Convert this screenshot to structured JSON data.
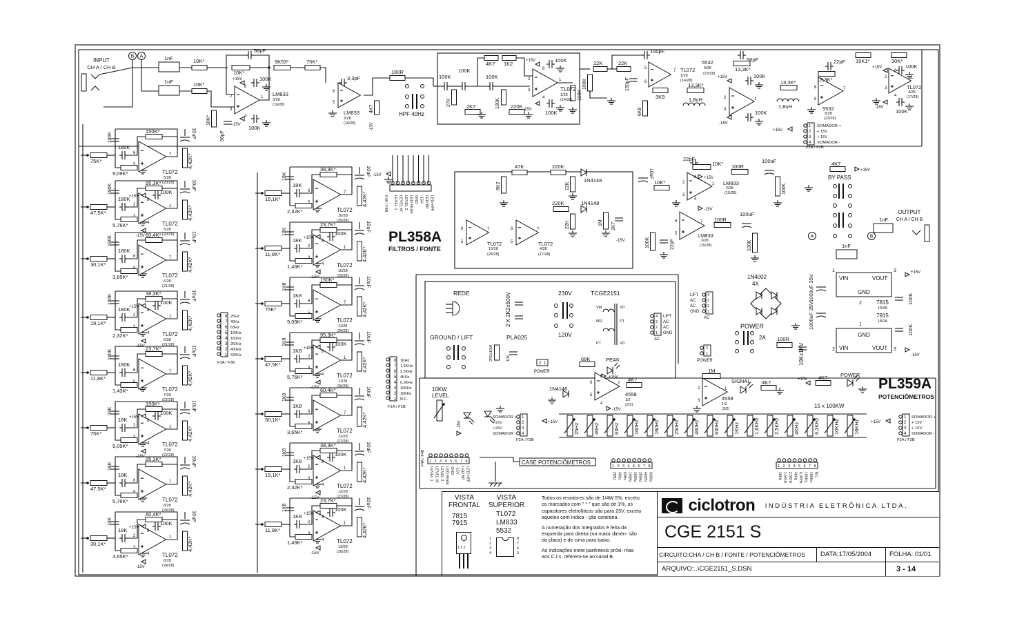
{
  "title_block": {
    "company_logo": "ciclotron",
    "company_name": "INDÚSTRIA ELETRÔNICA LTDA.",
    "model": "CGE 2151 S",
    "circuit": "CIRCUITO:CHA / CH B / FONTE / POTENCIÔMETROS",
    "date": "DATA:17/05/2004",
    "sheet": "FOLHA: 01/01",
    "file": "ARQUIVO:..\\CGE2151_S.DSN",
    "page": "3 - 14"
  },
  "legend": {
    "front_view_title": "VISTA FRONTAL",
    "front_view_parts": [
      "7815",
      "7915"
    ],
    "front_view_pins": "1 2 3",
    "top_view_title": "VISTA SUPERIOR",
    "top_view_parts": [
      "TL072",
      "LM833",
      "5532"
    ],
    "top_view_pins_left": [
      "1",
      "2",
      "3",
      "4"
    ],
    "top_view_pins_right": [
      "8",
      "7",
      "6",
      "5"
    ],
    "notes": [
      "Todos os resistores são de 1/4W 5%, exceto os marcados com \" * \" que são de 1%, os capacitores eletrolíticos são para 25V, exceto aqueles com indica - ção contrária.",
      "A numeração dos integrados é feita da esquerda para direita (na maior dimen- são da placa) e de cima para baixo.",
      "As indicações entre parêntesis próxi- mas aos C.I.s, referem-se ao canal B."
    ]
  },
  "boards": {
    "pl358a": {
      "name": "PL358A",
      "subtitle": "FILTROS / FONTE"
    },
    "pl359a": {
      "name": "PL359A",
      "subtitle": "POTENCIÔMETROS"
    }
  },
  "input_section": {
    "label": "INPUT",
    "sublabel": "CH A / CH B",
    "node_a": "A",
    "node_b": "B",
    "filter_cap_1": "1nF",
    "filter_cap_2": "1nF",
    "r_in_1": "10K*",
    "r_in_2": "10K*",
    "r_fb": "10K*",
    "c_fb": "56pF",
    "r_gnd": "10K*",
    "c_gnd": "56pF",
    "opamp": {
      "name": "LM833",
      "sub": "3/28",
      "sub_b": "(16/28)"
    },
    "pwr_pos": "+15V",
    "pwr_neg": "-15V",
    "bypass_pos": "100K",
    "bypass_neg": "100K",
    "r_next_1": "9K53*",
    "r_next_2": "75K*"
  },
  "buffer_stage": {
    "cap": "3,3pF",
    "opamp": {
      "name": "LM833",
      "sub": "3/28",
      "sub_b": "(16/28)"
    },
    "r_series": "100R",
    "r_pull": "4K7",
    "neg": "-15V",
    "switch_label": "HPF 40Hz"
  },
  "hpf_stage": {
    "caps": [
      "100K",
      "100K",
      "100K"
    ],
    "r_a": "4K7",
    "r_b": "1K2",
    "r_c": "27K",
    "r_d": "2K7",
    "r_e": "100K",
    "r_f": "220K",
    "opamp": {
      "name": "TL072",
      "sub": "1/28",
      "sub_b": "(14/28)"
    },
    "pos": "+15V",
    "neg": "-15V",
    "bypass_1": "100K",
    "bypass_2": "100K",
    "r_out": "100K"
  },
  "lpf_stage": {
    "r_in": "100K",
    "r_1": "22K",
    "r_2": "22K",
    "c_fb": "150pF",
    "c_gnd": "150pF",
    "opamp": {
      "name": "TL072",
      "sub": "1/28",
      "sub_b": "(14/28)"
    },
    "r_3": "3K9",
    "r_4": "6K8"
  },
  "summing_stage": {
    "ic1": {
      "name": "5532",
      "sub": "9/28",
      "sub_b": "(23/28)"
    },
    "r_in": "13,3K*",
    "l_1": "1,8uH",
    "r_fb": "13,3K*",
    "c_fb": "56pF",
    "pos": "+15V",
    "neg": "-15V",
    "bypass_1": "100K",
    "bypass_2": "100K",
    "r_mid": "13,3K*",
    "l_2": "1,8uH",
    "ic2": {
      "name": "5532",
      "sub": "9/28",
      "sub_b": "(23/28)"
    },
    "c_fb2": "22pF",
    "r_fb2": "13,3K*",
    "connector": {
      "label": "F2A / F2B",
      "pins": [
        "SOMADOR +",
        "+ 15V",
        "+ 15V",
        "SOMADOR -"
      ],
      "supply": "+15V"
    }
  },
  "output_buffer": {
    "r_in": "19K1*",
    "r_fb": "30K*",
    "opamp": {
      "name": "TL072",
      "sub": "4/28",
      "sub_b": "(17/28)"
    },
    "pos": "+15V",
    "neg": "-15V",
    "bypass_1": "100K",
    "bypass_2": "100K"
  },
  "left_filters": {
    "connector": {
      "label": "F3A / F3B",
      "pins": [
        "25Hz",
        "40Hz",
        "63Hz",
        "100Hz",
        "160Hz",
        "250Hz",
        "400Hz",
        "630Hz"
      ]
    },
    "stages": [
      {
        "c_a": "180K",
        "c_b": "180K",
        "r_in": "75K*",
        "r_fb": "150K*",
        "r_gnd": "9,09K*",
        "ic": "TL072",
        "sub": "5/28",
        "sub_b": "(20/28)",
        "cap": "10uF",
        "r_out": "4,42K*"
      },
      {
        "c_a": "180K",
        "c_b": "180K",
        "r_in": "47,5K*",
        "r_fb": "95,3K*",
        "r_gnd": "5,76K*",
        "ic": "TL072",
        "sub": "5/28",
        "sub_b": "(20/28)",
        "cap": "10uF",
        "r_out": "4,42K*",
        "byp": "100K"
      },
      {
        "c_a": "180K",
        "c_b": "180K",
        "r_in": "30,1K*",
        "r_fb": "60,4K*",
        "r_gnd": "3,65K*",
        "ic": "TL072",
        "sub": "6/28",
        "sub_b": "(21/28)",
        "cap": "10uF",
        "r_out": "4,42K*"
      },
      {
        "c_a": "180K",
        "c_b": "180K",
        "r_in": "19,1K*",
        "r_fb": "38,3K*",
        "r_gnd": "2,32K*",
        "ic": "TL072",
        "sub": "6/28",
        "sub_b": "(21/28)",
        "cap": "10uF",
        "r_out": "4,42K*",
        "byp": "100K"
      },
      {
        "c_a": "180K",
        "c_b": "180K",
        "r_in": "11,8K*",
        "r_fb": "23,7K*",
        "r_gnd": "1,43K*",
        "ic": "TL072",
        "sub": "7/28",
        "sub_b": "(22/28)",
        "cap": "10uF",
        "r_out": "4,42K*"
      },
      {
        "c_a": "18K",
        "c_b": "18K",
        "r_in": "75K*",
        "r_fb": "150K*",
        "r_gnd": "9,09K*",
        "ic": "TL072",
        "sub": "7/28",
        "sub_b": "(22/28)",
        "cap": "10uF",
        "r_out": "4,42K*",
        "byp": "100K"
      },
      {
        "c_a": "18K",
        "c_b": "18K",
        "r_in": "47,5K*",
        "r_fb": "95,3K*",
        "r_gnd": "5,76K*",
        "ic": "TL072",
        "sub": "8/28",
        "sub_b": "(24/28)",
        "cap": "10uF",
        "r_out": "4,42K*"
      },
      {
        "c_a": "18K",
        "c_b": "18K",
        "r_in": "30,1K*",
        "r_fb": "60,4K*",
        "r_gnd": "3,65K*",
        "ic": "TL072",
        "sub": "8/28",
        "sub_b": "(24/28)",
        "cap": "10uF",
        "r_out": "4,42K*",
        "byp": "100K"
      }
    ]
  },
  "mid_filters": {
    "connector": {
      "label": "F1A / F1B",
      "pins": [
        "1KHz",
        "1,6KHz",
        "2,5KHz",
        "4KHz",
        "6,3KHz",
        "10KHz",
        "16KHz",
        "N.C."
      ]
    },
    "stages": [
      {
        "c_a": "18K",
        "c_b": "18K",
        "r_in": "19,1K*",
        "r_fb": "38,3K*",
        "r_gnd": "2,32K*",
        "ic": "TL072",
        "sub": "10/28",
        "sub_b": "(25/28)",
        "cap": "10uF",
        "r_out": "4,42K*"
      },
      {
        "c_a": "18K",
        "c_b": "18K",
        "r_in": "11,8K*",
        "r_fb": "23,7K*",
        "r_gnd": "1,43K*",
        "ic": "TL072",
        "sub": "10/28",
        "sub_b": "(25/28)",
        "cap": "10uF",
        "r_out": "4,42K*",
        "byp": "100K"
      },
      {
        "c_a": "1K8",
        "c_b": "1K8",
        "r_in": "75K*",
        "r_fb": "150K*",
        "r_gnd": "9,09K*",
        "ic": "TL072",
        "sub": "11/28",
        "sub_b": "(26/28)",
        "cap": "10uF",
        "r_out": "4,42K*"
      },
      {
        "c_a": "1K8",
        "c_b": "1K8",
        "r_in": "47,5K*",
        "r_fb": "95,3K*",
        "r_gnd": "5,76K*",
        "ic": "TL072",
        "sub": "11/28",
        "sub_b": "(26/28)",
        "cap": "10uF",
        "r_out": "4,42K*",
        "byp": "100K"
      },
      {
        "c_a": "1K8",
        "c_b": "1K8",
        "r_in": "30,1K*",
        "r_fb": "60,4K*",
        "r_gnd": "3,65K*",
        "ic": "TL072",
        "sub": "12/28",
        "sub_b": "(27/28)",
        "cap": "10uF",
        "r_out": "4,42K*"
      },
      {
        "c_a": "1K8",
        "c_b": "1K8",
        "r_in": "19,1K*",
        "r_fb": "38,3K*",
        "r_gnd": "2,32K*",
        "ic": "TL072",
        "sub": "12/28",
        "sub_b": "(27/28)",
        "cap": "10uF",
        "r_out": "4,42K*",
        "byp": "100K"
      },
      {
        "c_a": "1K8",
        "c_b": "1K8",
        "r_in": "11,8K*",
        "r_fb": "23,7K*",
        "r_gnd": "1,43K*",
        "ic": "TL072",
        "sub": "13/28",
        "sub_b": "(28/28)",
        "cap": "10uF",
        "r_out": "4,42K*",
        "byp": "100K"
      }
    ]
  },
  "f4_connector": {
    "label": "F4A / F4B",
    "supply": "-15V",
    "pins": [
      "LEVEL 1",
      "LEVEL W",
      "LEVEL 2",
      "LED PEAK",
      "GND",
      "-15V",
      "LED BP",
      "LED HPF"
    ]
  },
  "level_detect": {
    "r_1": "47K",
    "r_2": "8K2",
    "r_3": "220K",
    "r_4": "220K",
    "r_5": "22K",
    "r_6": "22K",
    "d_1": "1N4148",
    "d_2": "1N4148",
    "r_7": "1M",
    "r_8": "2K7",
    "neg": "-15V"
  },
  "spare_opamps": [
    {
      "name": "TL072",
      "sub": "13/28",
      "sub_b": "(28/28)"
    },
    {
      "name": "TL072",
      "sub": "4/28",
      "sub_b": "(17/28)"
    }
  ],
  "output_section": {
    "cap_in": "10uF",
    "r_in": "10K*",
    "c_fb": "22pF",
    "r_fb": "10K*",
    "ic1": {
      "name": "LM833",
      "sub": "2/28",
      "sub_b": "(15/28)"
    },
    "pos": "+15V",
    "neg": "-15V",
    "r_out1": "100R",
    "c_out1": "100uF",
    "r_gnd1": "100K",
    "ic2": {
      "name": "LM833",
      "sub": "2/28",
      "sub_b": "(15/28)"
    },
    "r_out2": "100R",
    "c_out2": "100uF",
    "r_gnd2": "100K",
    "r_gnd3": "100K",
    "c_gnd3": "22pF",
    "bypass_r": "4K7",
    "bypass_supply": "+15V",
    "bypass_label": "BY PASS",
    "output_label": "OUTPUT",
    "output_sub": "CH A / CH B",
    "filt_1": "1nF",
    "filt_2": "1nF",
    "node_a": "A",
    "node_b": "B"
  },
  "mains": {
    "rede": "REDE",
    "caps": "2 X 2K2x500V",
    "v230": "230V",
    "v120": "120V",
    "transformer": "TCGE2151",
    "tr_pins": [
      "VM",
      "MR",
      "PT",
      "VD",
      "PT",
      "VD"
    ],
    "ground_lift": "GROUND / LIFT",
    "pla": "PLA025",
    "r_lift": "2R2x10W",
    "c_lift": "10K",
    "power_conn": {
      "label": "POWER",
      "pins": [
        "2",
        "1"
      ]
    },
    "ac_conn": {
      "label": "AC",
      "pins": [
        "LIFT",
        "AC",
        "AC",
        "GND"
      ],
      "nums": [
        "4",
        "3",
        "2",
        "1"
      ]
    }
  },
  "psu": {
    "bridge": "1N4002",
    "bridge_count": "4X",
    "cap_1": "1000uF 35V",
    "cap_2": "1000uF 35V",
    "reg_pos": {
      "name": "7815",
      "sub": "19/28",
      "vin": "VIN",
      "vout": "VOUT",
      "gnd": "GND",
      "pin_in": "1",
      "pin_gnd": "2",
      "pin_out": "3"
    },
    "reg_neg": {
      "name": "7915",
      "sub": "18/28",
      "vin": "VIN",
      "vout": "VOUT",
      "gnd": "GND",
      "pin_in": "2",
      "pin_gnd": "1",
      "pin_out": "3"
    },
    "out_pos": "+15V",
    "out_neg": "-15V",
    "byp_1": "100K",
    "byp_2": "100K",
    "ac_conn": {
      "label": "AC",
      "pins": [
        "LIFT",
        "AC",
        "AC",
        "GND"
      ],
      "nums": [
        "4",
        "3",
        "2",
        "1"
      ]
    },
    "power_label": "POWER",
    "fuse": "2A",
    "r_snub": "100R",
    "c_snub": "10Kx1KV",
    "power_conn": {
      "label": "POWER",
      "nums": [
        "2",
        "1"
      ]
    }
  },
  "indicators": {
    "peak": {
      "r_fb": "68K",
      "led": "PEAK",
      "r_out": "4K7",
      "diode": "1N4148",
      "ic": "4558",
      "sub": "1/2",
      "sub_b": "(2/2)",
      "pos": "+15V",
      "neg": "-15V"
    },
    "signal": {
      "r_fb": "1M",
      "led": "SIGNAL",
      "r_out": "4K7",
      "ic": "4558",
      "sub": "1/2",
      "sub_b": "(2/2)"
    },
    "power": {
      "supply": "+15V",
      "r": "4K7",
      "led": "POWER"
    }
  },
  "pot_board": {
    "level_pot": "10KW",
    "level_label": "LEVEL",
    "pot_count": "15 x 100KW",
    "case_label": "CASE POTENCIÔMETROS",
    "left_conn": {
      "label": "F2A / F2B",
      "pins": [
        "SOMADOR +",
        "+15V",
        "+15V",
        "SOMADOR -"
      ],
      "supply": "+15V"
    },
    "right_conn": {
      "label": "F2A / F2B",
      "pins": [
        "SOMADOR +",
        "+ 15V",
        "+ 15V",
        "SOMADOR -"
      ],
      "supply": "+15V"
    },
    "led_supply": "-15V",
    "pots": [
      "25Hz",
      "40Hz",
      "63Hz",
      "100Hz",
      "160Hz",
      "250Hz",
      "400Hz",
      "630Hz",
      "1KHz",
      "1,6KHz",
      "2,5KHz",
      "4KHz",
      "6,3KHz",
      "10KHz",
      "16KHz"
    ],
    "f4_pins": [
      "1",
      "2",
      "3",
      "4",
      "5",
      "6",
      "7",
      "8"
    ],
    "f4_label": "F4A / F4B",
    "f4_names": [
      "LEVEL 1",
      "LEVEL W",
      "LEVEL 2",
      "LED PEAK",
      "GND",
      "-15V",
      "LED BP",
      "LED HPF"
    ],
    "low_conn_names": [
      "25Hz",
      "40Hz",
      "63Hz",
      "100Hz",
      "160Hz",
      "250Hz",
      "400Hz",
      "630Hz"
    ],
    "high_conn_names": [
      "1KHz",
      "1,6KHz",
      "2,5KHz",
      "4KHz",
      "6,3KHz",
      "10KHz",
      "16KHz",
      "N.C."
    ]
  }
}
